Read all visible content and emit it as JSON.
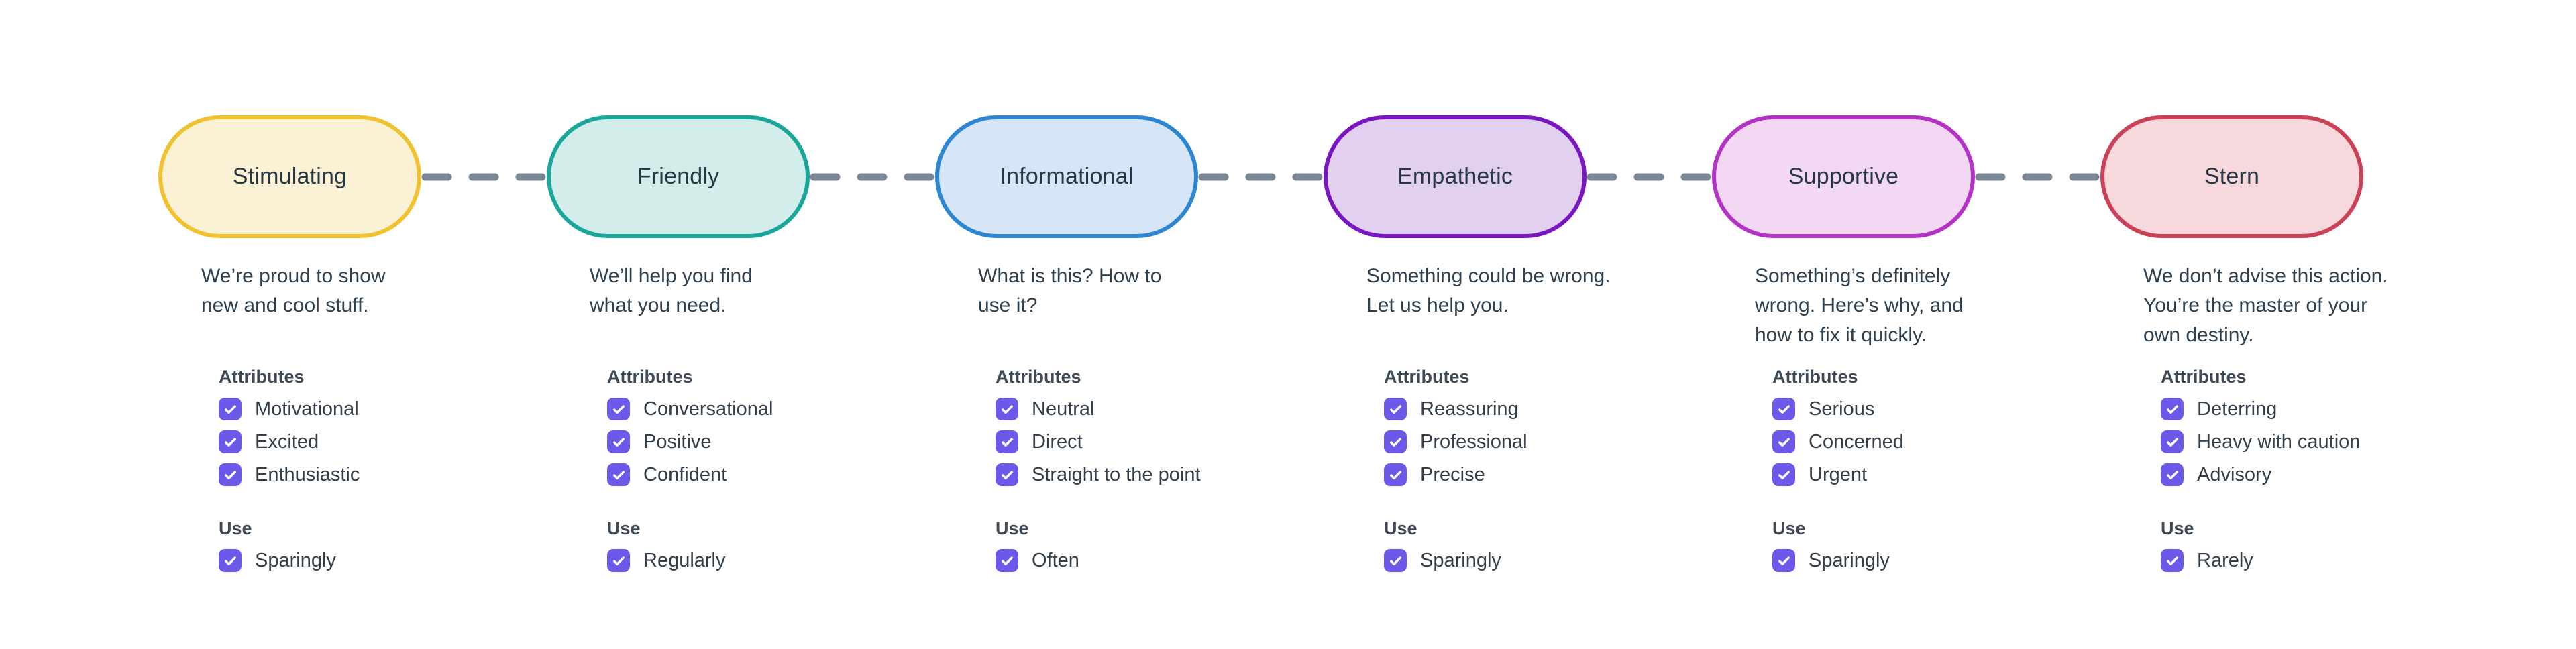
{
  "canvas": {
    "background": "#FFFFFF"
  },
  "palette": {
    "checkbox_fill": "#6B5AEA",
    "checkmark": "#FFFFFF",
    "connector": "#7B8794",
    "pill_text": "#263845",
    "description_text": "#2E4150",
    "section_title_text": "#3E4A57",
    "checkbox_label_text": "#323F4B"
  },
  "sections": {
    "attributes_label": "Attributes",
    "use_label": "Use"
  },
  "tones": [
    {
      "name": "Stimulating",
      "pill_fill": "#FBF1D4",
      "pill_border": "#F0C230",
      "description_lines": [
        "We’re proud to show",
        "new and cool stuff."
      ],
      "attributes": [
        {
          "label": "Motivational",
          "checked": true
        },
        {
          "label": "Excited",
          "checked": true
        },
        {
          "label": "Enthusiastic",
          "checked": true
        }
      ],
      "use": {
        "label": "Sparingly",
        "checked": true
      }
    },
    {
      "name": "Friendly",
      "pill_fill": "#D2EDEA",
      "pill_border": "#1AA79B",
      "description_lines": [
        "We’ll help you find",
        "what you need."
      ],
      "attributes": [
        {
          "label": "Conversational",
          "checked": true
        },
        {
          "label": "Positive",
          "checked": true
        },
        {
          "label": "Confident",
          "checked": true
        }
      ],
      "use": {
        "label": "Regularly",
        "checked": true
      }
    },
    {
      "name": "Informational",
      "pill_fill": "#D6E6F6",
      "pill_border": "#2E86D3",
      "description_lines": [
        "What is this? How to",
        "use it?"
      ],
      "attributes": [
        {
          "label": "Neutral",
          "checked": true
        },
        {
          "label": "Direct",
          "checked": true
        },
        {
          "label": "Straight to the point",
          "checked": true
        }
      ],
      "use": {
        "label": "Often",
        "checked": true
      }
    },
    {
      "name": "Empathetic",
      "pill_fill": "#E1D0EF",
      "pill_border": "#7916C1",
      "description_lines": [
        "Something could be wrong.",
        "Let us help you."
      ],
      "attributes": [
        {
          "label": "Reassuring",
          "checked": true
        },
        {
          "label": "Professional",
          "checked": true
        },
        {
          "label": "Precise",
          "checked": true
        }
      ],
      "use": {
        "label": "Sparingly",
        "checked": true
      }
    },
    {
      "name": "Supportive",
      "pill_fill": "#F2D8F3",
      "pill_border": "#B432C5",
      "description_lines": [
        "Something’s definitely",
        "wrong. Here’s why, and",
        "how to fix it quickly."
      ],
      "attributes": [
        {
          "label": "Serious",
          "checked": true
        },
        {
          "label": "Concerned",
          "checked": true
        },
        {
          "label": "Urgent",
          "checked": true
        }
      ],
      "use": {
        "label": "Sparingly",
        "checked": true
      }
    },
    {
      "name": "Stern",
      "pill_fill": "#F7D9DD",
      "pill_border": "#CC4157",
      "description_lines": [
        "We don’t advise this action.",
        "You’re the master of your",
        "own destiny."
      ],
      "attributes": [
        {
          "label": "Deterring",
          "checked": true
        },
        {
          "label": "Heavy with caution",
          "checked": true
        },
        {
          "label": "Advisory",
          "checked": true
        }
      ],
      "use": {
        "label": "Rarely",
        "checked": true
      }
    }
  ]
}
